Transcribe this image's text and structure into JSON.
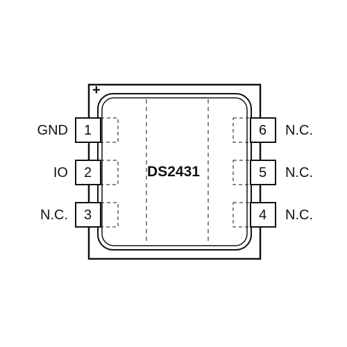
{
  "part_number": "DS2431",
  "pin1_marker": "+",
  "pins": [
    {
      "number": "1",
      "name": "GND",
      "side": "left"
    },
    {
      "number": "2",
      "name": "IO",
      "side": "left"
    },
    {
      "number": "3",
      "name": "N.C.",
      "side": "left"
    },
    {
      "number": "4",
      "name": "N.C.",
      "side": "right"
    },
    {
      "number": "5",
      "name": "N.C.",
      "side": "right"
    },
    {
      "number": "6",
      "name": "N.C.",
      "side": "right"
    }
  ],
  "colors": {
    "line": "#111111",
    "background": "#ffffff"
  }
}
